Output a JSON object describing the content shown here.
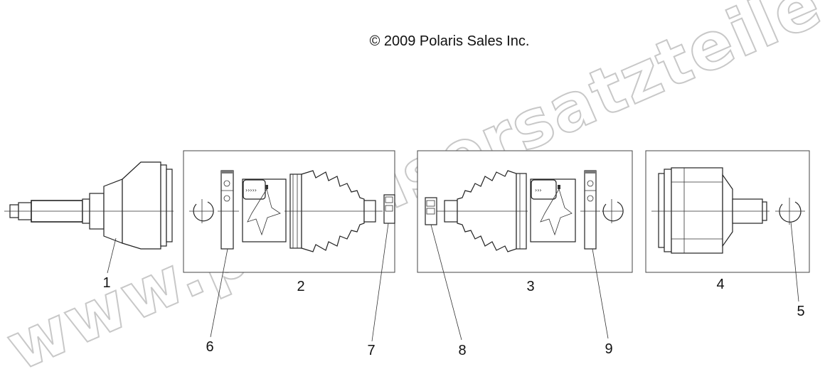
{
  "copyright": "© 2009 Polaris Sales Inc.",
  "watermark": "www.polarisersatzteile.de",
  "callouts": [
    "1",
    "2",
    "3",
    "4",
    "5",
    "6",
    "7",
    "8",
    "9"
  ],
  "kit_labels": {
    "arrows_left": "›››››",
    "arrows_right": "›››"
  }
}
